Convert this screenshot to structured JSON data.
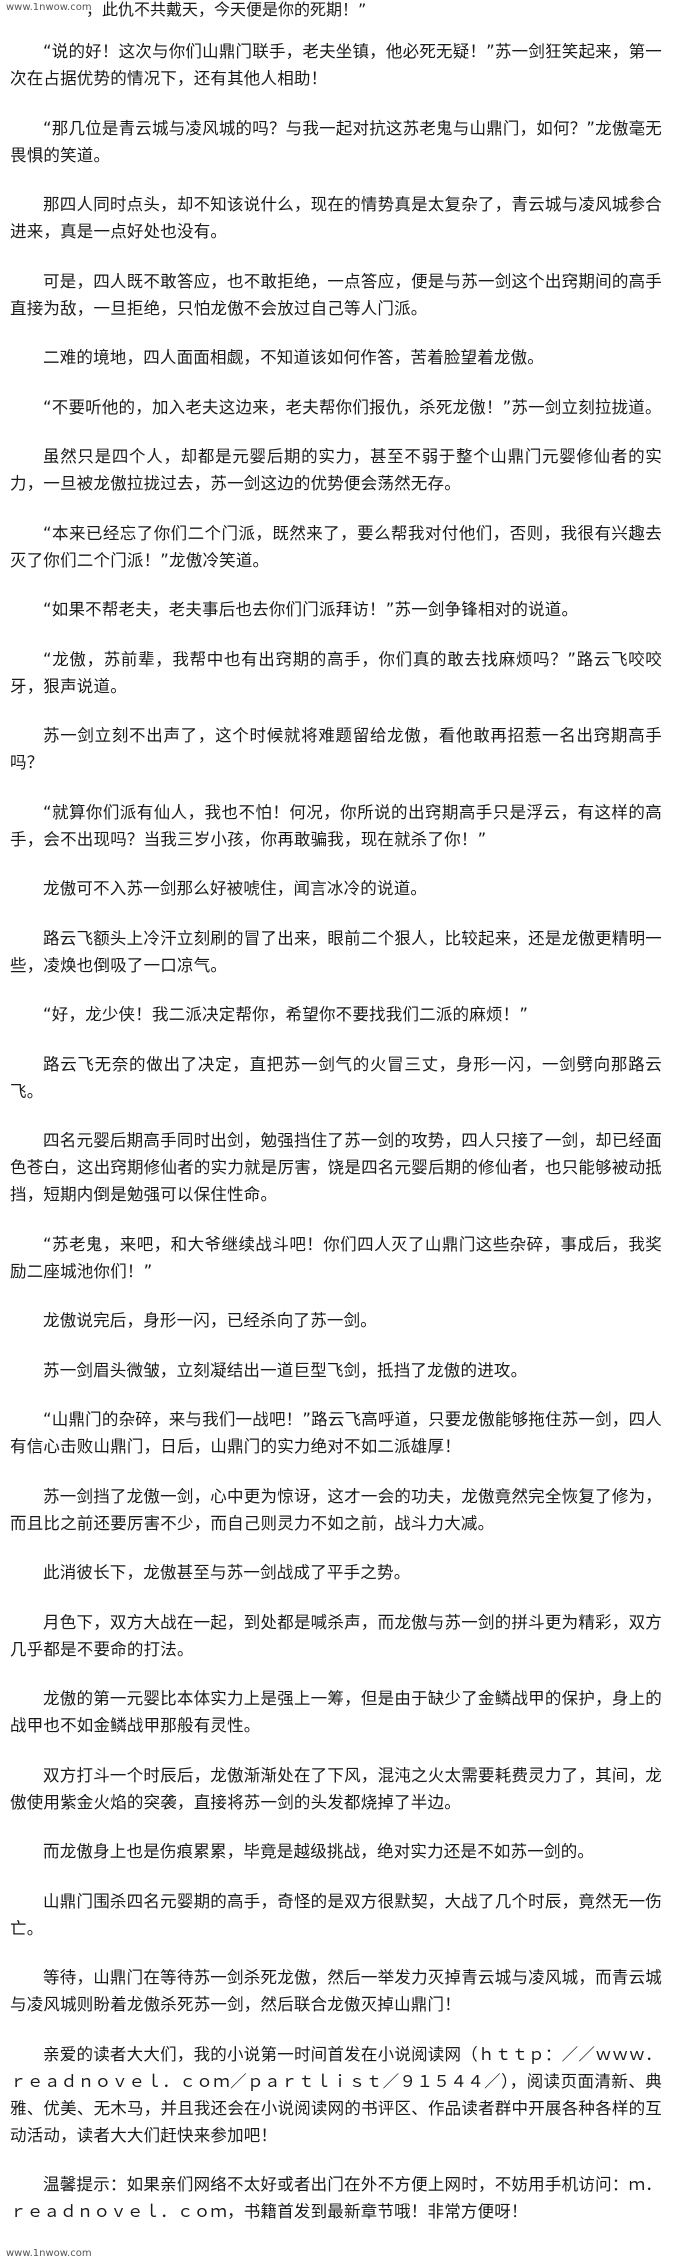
{
  "watermark": "www.1nwow.com",
  "top_line": "，此仇不共戴天，今天便是你的死期！”",
  "paragraphs": [
    "“说的好！这次与你们山鼎门联手，老夫坐镇，他必死无疑！”苏一剑狂笑起来，第一次在占据优势的情况下，还有其他人相助！",
    "“那几位是青云城与凌风城的吗？与我一起对抗这苏老鬼与山鼎门，如何？”龙傲毫无畏惧的笑道。",
    "那四人同时点头，却不知该说什么，现在的情势真是太复杂了，青云城与凌风城参合进来，真是一点好处也没有。",
    "可是，四人既不敢答应，也不敢拒绝，一点答应，便是与苏一剑这个出窍期间的高手直接为敌，一旦拒绝，只怕龙傲不会放过自己等人门派。",
    "二难的境地，四人面面相觑，不知道该如何作答，苦着脸望着龙傲。",
    "“不要听他的，加入老夫这边来，老夫帮你们报仇，杀死龙傲！”苏一剑立刻拉拢道。",
    "虽然只是四个人，却都是元婴后期的实力，甚至不弱于整个山鼎门元婴修仙者的实力，一旦被龙傲拉拢过去，苏一剑这边的优势便会荡然无存。",
    "“本来已经忘了你们二个门派，既然来了，要么帮我对付他们，否则，我很有兴趣去灭了你们二个门派！”龙傲冷笑道。",
    "“如果不帮老夫，老夫事后也去你们门派拜访！”苏一剑争锋相对的说道。",
    "“龙傲，苏前辈，我帮中也有出窍期的高手，你们真的敢去找麻烦吗？”路云飞咬咬牙，狠声说道。",
    "苏一剑立刻不出声了，这个时候就将难题留给龙傲，看他敢再招惹一名出窍期高手吗？",
    "“就算你们派有仙人，我也不怕！何况，你所说的出窍期高手只是浮云，有这样的高手，会不出现吗？当我三岁小孩，你再敢骗我，现在就杀了你！”",
    "龙傲可不入苏一剑那么好被唬住，闻言冰冷的说道。",
    "路云飞额头上冷汗立刻刷的冒了出来，眼前二个狠人，比较起来，还是龙傲更精明一些，凌焕也倒吸了一口凉气。",
    "“好，龙少侠！我二派决定帮你，希望你不要找我们二派的麻烦！”",
    "路云飞无奈的做出了决定，直把苏一剑气的火冒三丈，身形一闪，一剑劈向那路云飞。",
    "四名元婴后期高手同时出剑，勉强挡住了苏一剑的攻势，四人只接了一剑，却已经面色苍白，这出窍期修仙者的实力就是厉害，饶是四名元婴后期的修仙者，也只能够被动抵挡，短期内倒是勉强可以保住性命。",
    "“苏老鬼，来吧，和大爷继续战斗吧！你们四人灭了山鼎门这些杂碎，事成后，我奖励二座城池你们！”",
    "龙傲说完后，身形一闪，已经杀向了苏一剑。",
    "苏一剑眉头微皱，立刻凝结出一道巨型飞剑，抵挡了龙傲的进攻。",
    "“山鼎门的杂碎，来与我们一战吧！”路云飞高呼道，只要龙傲能够拖住苏一剑，四人有信心击败山鼎门，日后，山鼎门的实力绝对不如二派雄厚！",
    "苏一剑挡了龙傲一剑，心中更为惊讶，这才一会的功夫，龙傲竟然完全恢复了修为，而且比之前还要厉害不少，而自己则灵力不如之前，战斗力大减。",
    "此消彼长下，龙傲甚至与苏一剑战成了平手之势。",
    "月色下，双方大战在一起，到处都是喊杀声，而龙傲与苏一剑的拼斗更为精彩，双方几乎都是不要命的打法。",
    "龙傲的第一元婴比本体实力上是强上一筹，但是由于缺少了金鳞战甲的保护，身上的战甲也不如金鳞战甲那般有灵性。",
    "双方打斗一个时辰后，龙傲渐渐处在了下风，混沌之火太需要耗费灵力了，其间，龙傲使用紫金火焰的突袭，直接将苏一剑的头发都烧掉了半边。",
    "而龙傲身上也是伤痕累累，毕竟是越级挑战，绝对实力还是不如苏一剑的。",
    "山鼎门围杀四名元婴期的高手，奇怪的是双方很默契，大战了几个时辰，竟然无一伤亡。",
    "等待，山鼎门在等待苏一剑杀死龙傲，然后一举发力灭掉青云城与凌风城，而青云城与凌风城则盼着龙傲杀死苏一剑，然后联合龙傲灭掉山鼎门！"
  ],
  "promo": "亲爱的读者大大们，我的小说第一时间首发在小说阅读网（ｈｔｔｐ：／／ｗｗｗ．ｒｅａｄｎｏｖｅｌ．ｃｏｍ／ｐａｒｔｌｉｓｔ／９１５４４／），阅读页面清新、典雅、优美、无木马，并且我还会在小说阅读网的书评区、作品读者群中开展各种各样的互动活动，读者大大们赶快来参加吧！",
  "tip": "温馨提示：如果亲们网络不太好或者出门在外不方便上网时，不妨用手机访问：ｍ．ｒｅａｄｎｏｖｅｌ．ｃｏｍ，书籍首发到最新章节哦！非常方便呀！"
}
